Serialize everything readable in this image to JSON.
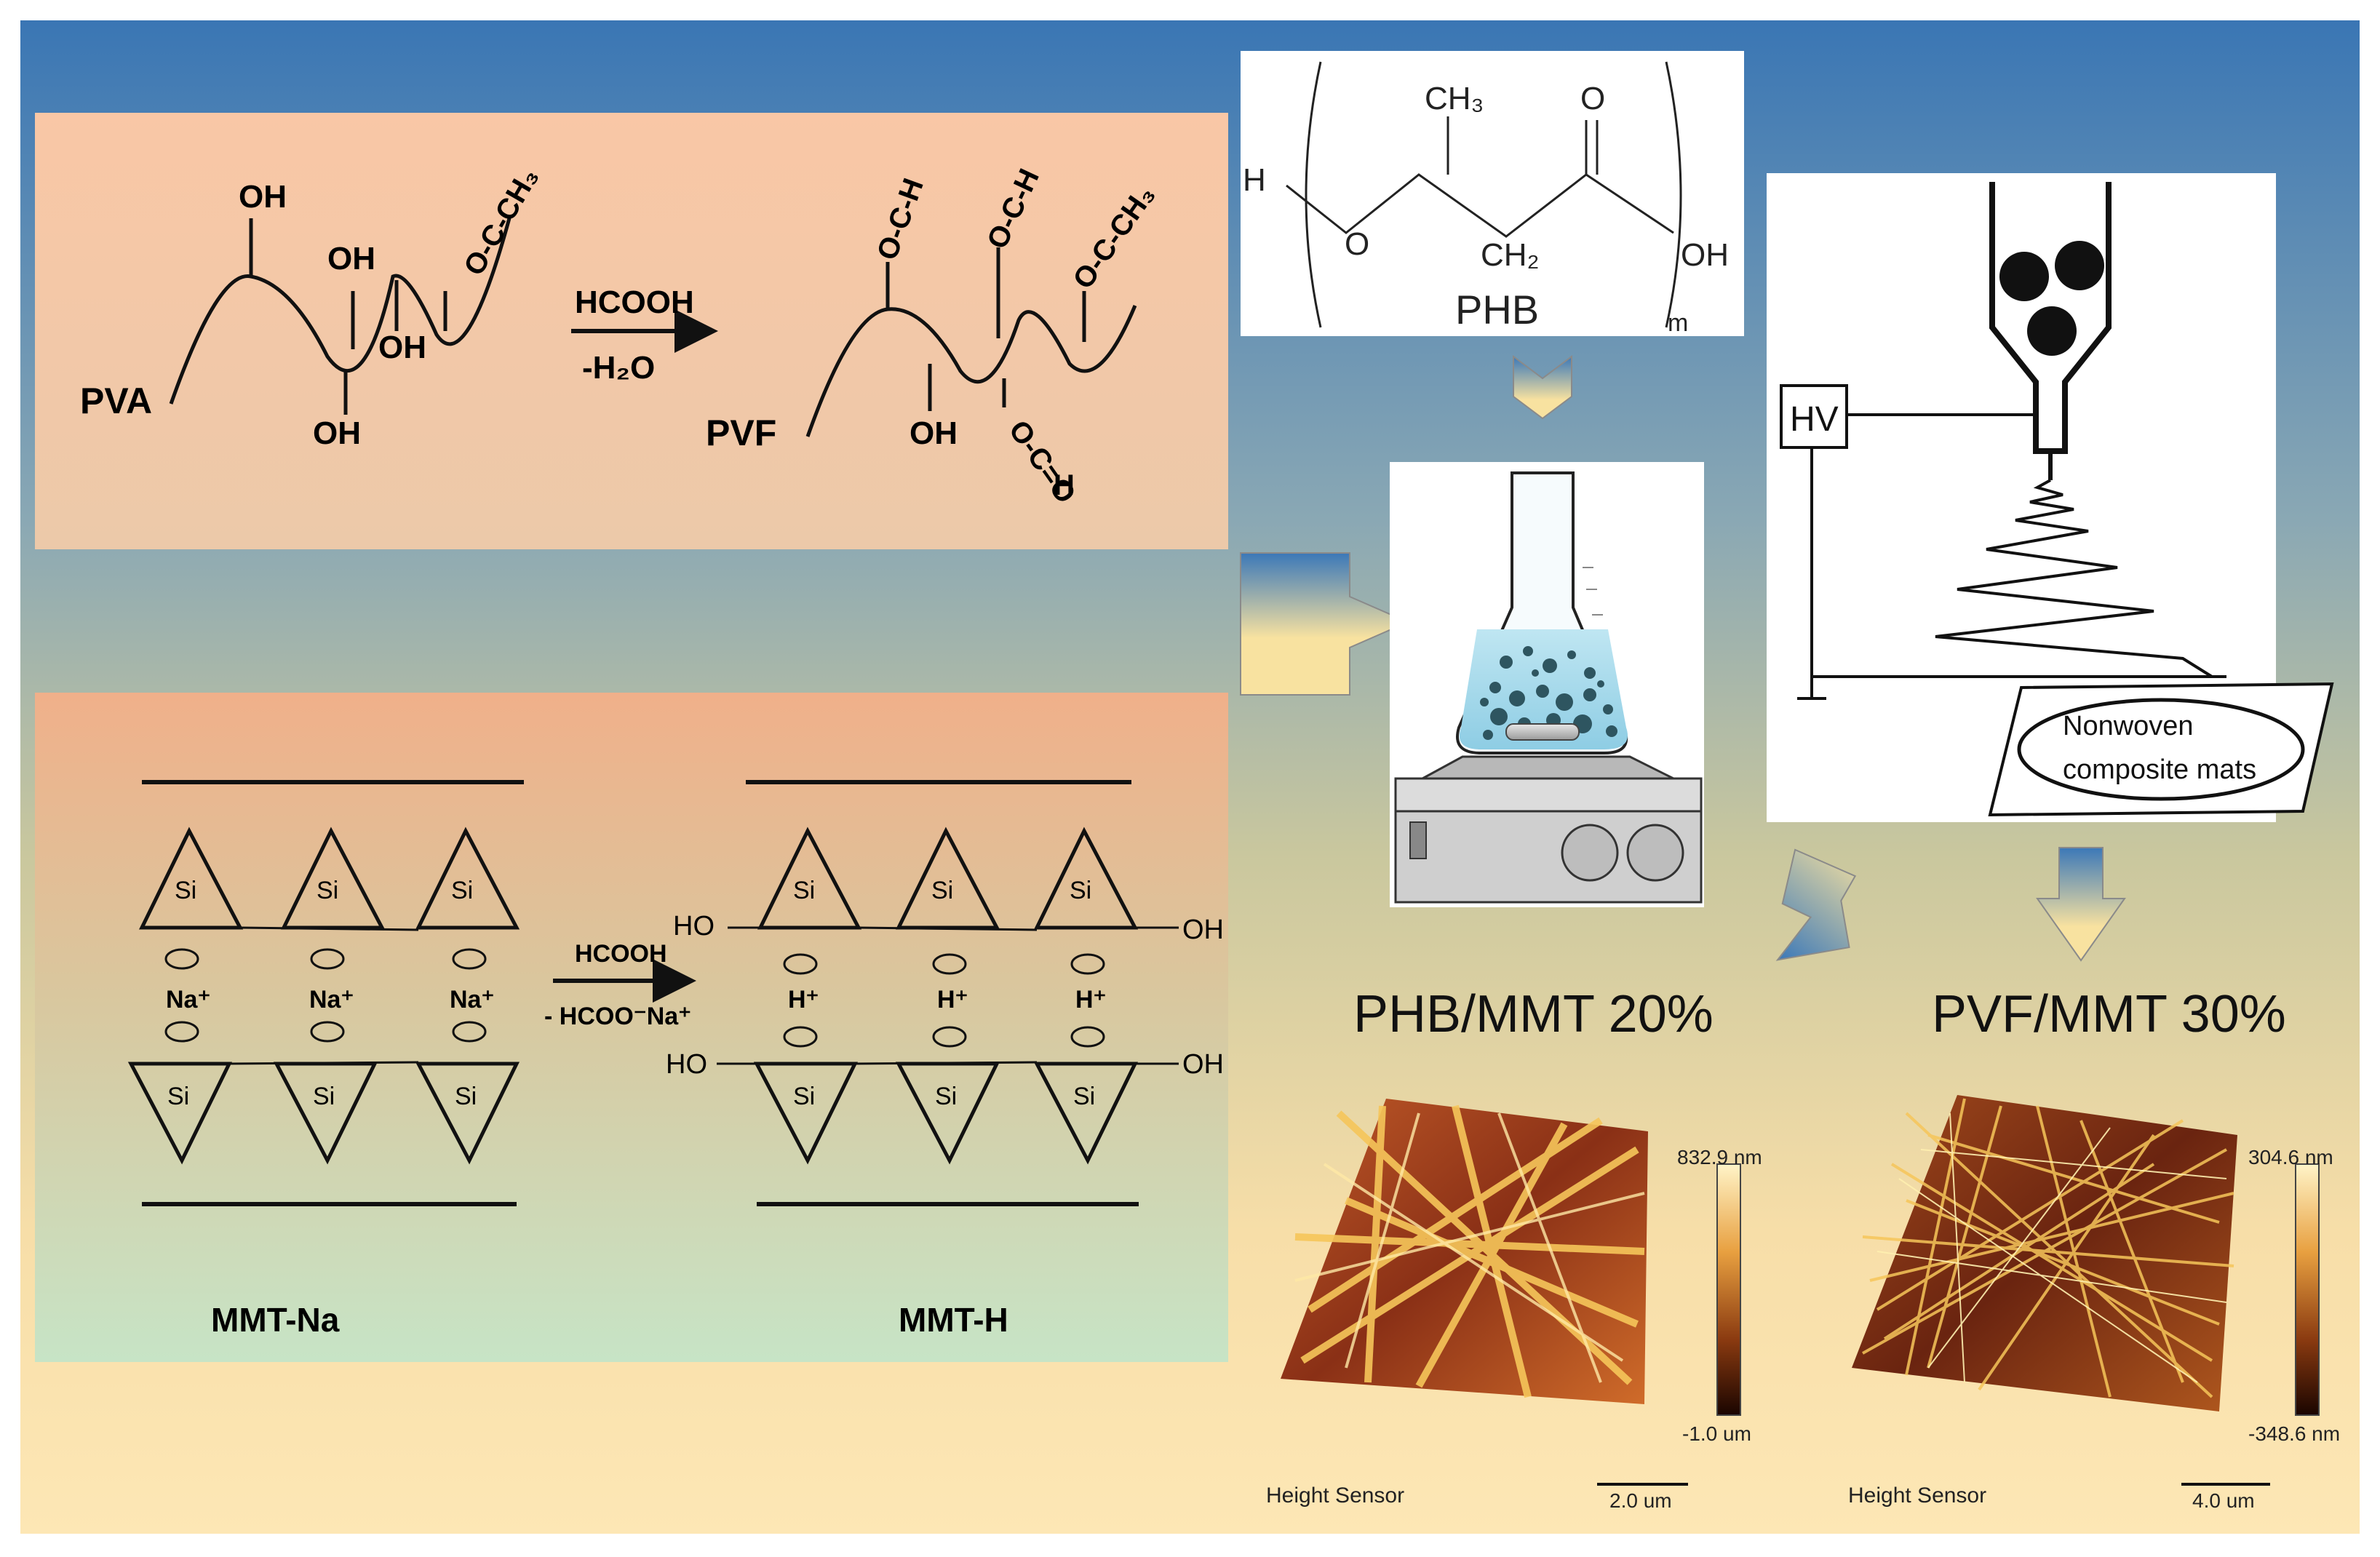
{
  "pva_reaction": {
    "left_label": "PVA",
    "right_label": "PVF",
    "reagent": "HCOOH",
    "byproduct": "-H₂O",
    "groups": {
      "oh": "OH",
      "acetate": "O=C-CH₃",
      "acetate_link": "O-C-CH₃",
      "formate": "O=C-H",
      "formate_link": "O-C-H",
      "formate_down": "O-C=O",
      "formate_down_h": "H"
    }
  },
  "phb": {
    "ch3": "CH₃",
    "o_carbonyl": "O",
    "h_end": "H",
    "o_ether": "O",
    "ch2": "CH₂",
    "oh_end": "OH",
    "name": "PHB",
    "subscript": "m"
  },
  "electrospinning": {
    "hv_label": "HV",
    "mat_label_line1": "Nonwoven",
    "mat_label_line2": "composite mats"
  },
  "mmt_reaction": {
    "left_label": "MMT-Na",
    "right_label": "MMT-H",
    "reagent": "HCOOH",
    "byproduct": "- HCOO⁻Na⁺",
    "si": "Si",
    "na": "Na⁺",
    "h": "H⁺",
    "ho": "HO",
    "oh": "OH"
  },
  "results": {
    "left_title": "PHB/MMT 20%",
    "right_title": "PVF/MMT 30%",
    "left_afm": {
      "max": "832.9 nm",
      "min": "-1.0 um",
      "sensor": "Height Sensor",
      "scale": "2.0 um"
    },
    "right_afm": {
      "max": "304.6 nm",
      "min": "-348.6 nm",
      "sensor": "Height Sensor",
      "scale": "4.0 um"
    }
  },
  "colors": {
    "bg_top": "#3a76b4",
    "bg_mid": "#a3b5a0",
    "bg_bottom": "#fbe3ad",
    "panel_top": "#f8c9a8",
    "panel_bottom_top": "#f0b690",
    "panel_bottom_bottom": "#c4e0c3",
    "arrow_blue": "#3b78b8",
    "arrow_yellow": "#f8e2a0"
  }
}
